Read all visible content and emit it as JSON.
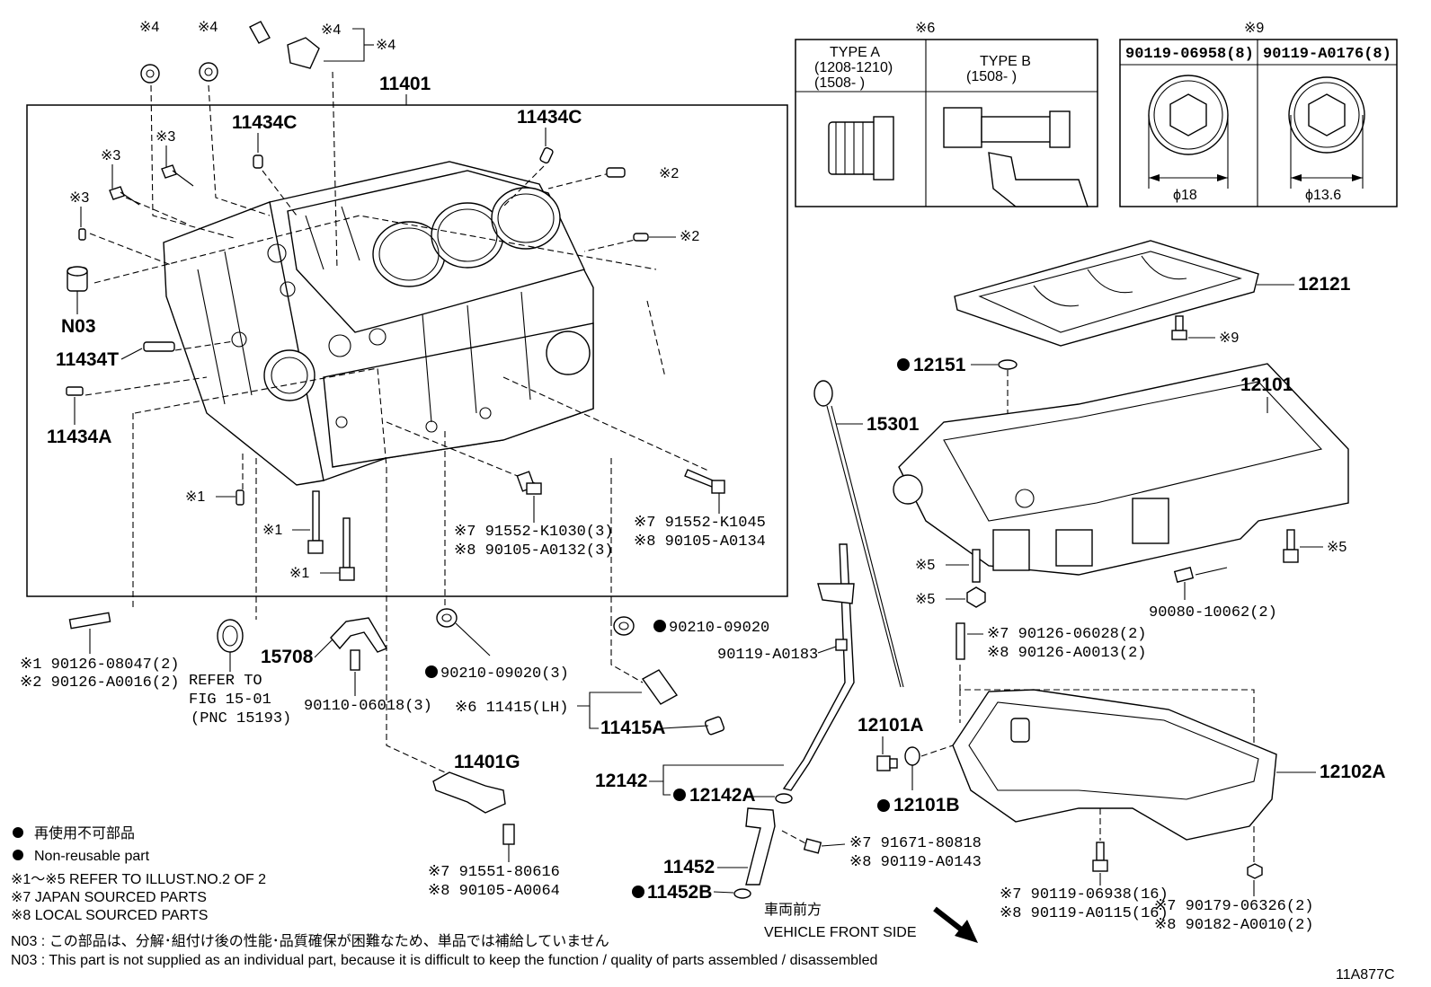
{
  "labels": {
    "main_frame": "11401",
    "k4a": "※4",
    "k4b": "※4",
    "k4c": "※4",
    "k4d": "※4",
    "c11434c_left": "11434C",
    "c11434c_right": "11434C",
    "k3a": "※3",
    "k3b": "※3",
    "k3c": "※3",
    "k2a": "※2",
    "k2b": "※2",
    "n03": "N03",
    "p11434t": "11434T",
    "p11434a": "11434A",
    "k1a": "※1",
    "k1b": "※1",
    "k1c": "※1",
    "b1_line1": "※7  91552-K1030(3)",
    "b1_line2": "※8  90105-A0132(3)",
    "b2_line1": "※7  91552-K1045",
    "b2_line2": "※8  90105-A0134",
    "stud_line1": "※1 90126-08047(2)",
    "stud_line2": "※2 90126-A0016(2)",
    "refer_line1": "REFER TO",
    "refer_line2": "FIG 15-01",
    "refer_line3": "(PNC 15193)",
    "p15708": "15708",
    "p90110": "90110-06018(3)",
    "seal_mid": "90210-09020(3)",
    "seal_right": "90210-09020",
    "p11415": "※6  11415(LH)",
    "p11415a": "11415A",
    "p11401g": "11401G",
    "sensor_line1": "※7  91551-80616",
    "sensor_line2": "※8  90105-A0064",
    "p12121": "12121",
    "k9": "※9",
    "p12151": "12151",
    "p12101": "12101",
    "p15301": "15301",
    "k5a": "※5",
    "k5b": "※5",
    "k5c": "※5",
    "p90080": "90080-10062(2)",
    "p90119_a0183": "90119-A0183",
    "stud3_line1": "※7  90126-06028(2)",
    "stud3_line2": "※8  90126-A0013(2)",
    "p12101a": "12101A",
    "p12101b": "12101B",
    "p12102a": "12102A",
    "p12142": "12142",
    "p12142a": "12142A",
    "tube_bolt_line1": "※7  91671-80818",
    "tube_bolt_line2": "※8  90119-A0143",
    "p11452": "11452",
    "p11452b": "11452B",
    "pan_bolt_line1": "※7  90119-06938(16)",
    "pan_bolt_line2": "※8  90119-A0115(16)",
    "pan_bolt2_line1": "※7  90179-06326(2)",
    "pan_bolt2_line2": "※8  90182-A0010(2)",
    "front_jp": "車両前方",
    "front_en": "VEHICLE FRONT SIDE",
    "figure_code": "11A877C"
  },
  "type_table": {
    "header": "※6",
    "type_a": "TYPE A",
    "type_a_range1": "(1208-1210)",
    "type_a_range2": "(1508-      )",
    "type_b": "TYPE B",
    "type_b_range": "(1508-      )"
  },
  "plug_table": {
    "header": "※9",
    "col1": "90119-06958(8)",
    "col2": "90119-A0176(8)",
    "dim1": "ϕ18",
    "dim2": "ϕ13.6"
  },
  "legend": {
    "jp_nonreusable": "再使用不可部品",
    "en_nonreusable": "Non-reusable part",
    "refer": "※1～※5  REFER TO ILLUST.NO.2 OF 2",
    "japan": "※7  JAPAN SOURCED PARTS",
    "local": "※8  LOCAL SOURCED PARTS",
    "n03_jp": "N03 : この部品は、分解･組付け後の性能･品質確保が困難なため、単品では補給していません",
    "n03_en": "N03 : This part is not supplied as an individual part, because it is difficult to keep the function / quality of parts  assembled / disassembled"
  }
}
